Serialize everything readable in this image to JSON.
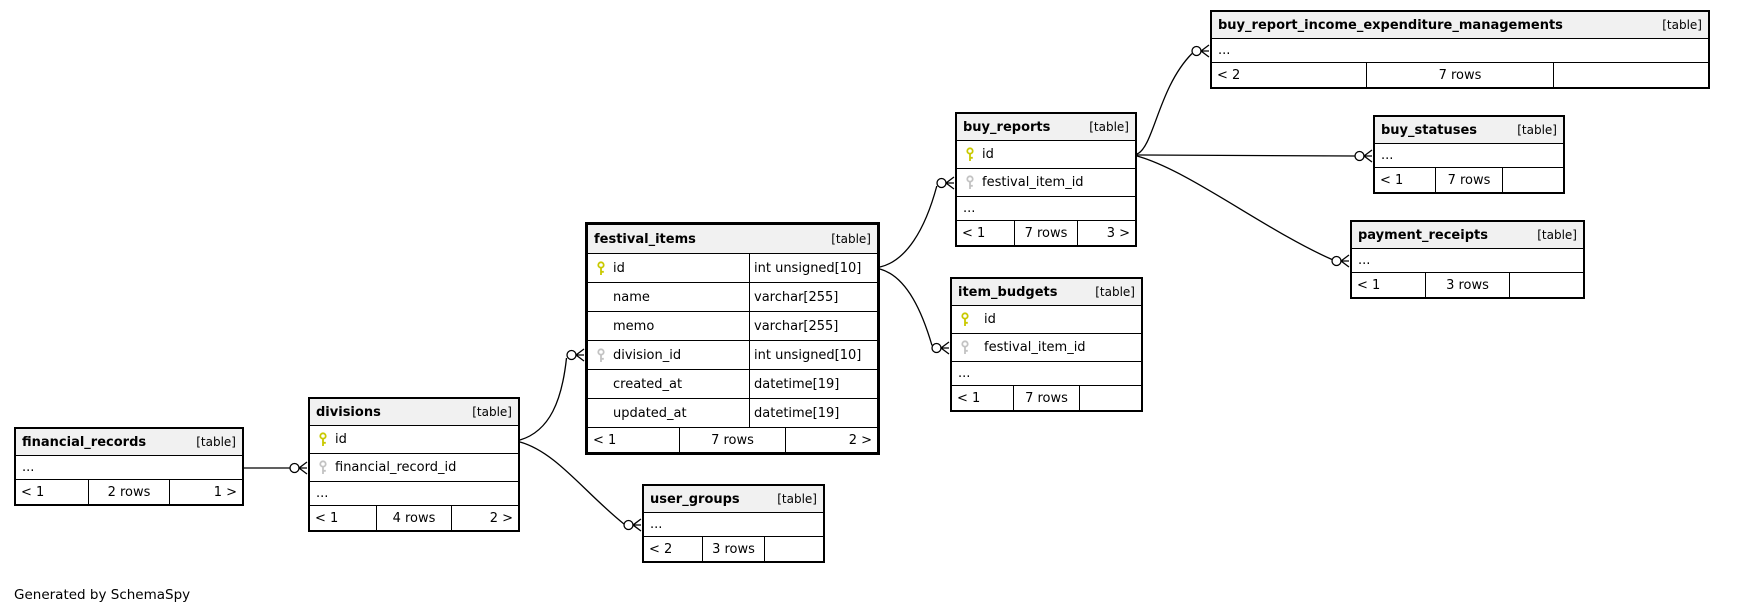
{
  "diagram": {
    "generator_note": "Generated by SchemaSpy"
  },
  "colors": {
    "primary_key": "#c9c900",
    "foreign_key": "#c3c3c3",
    "header_bg": "#f1f1f1",
    "line": "#000000"
  },
  "tables": {
    "financial_records": {
      "name": "financial_records",
      "tag": "[table]",
      "ellipsis": "...",
      "footer": {
        "prev": "< 1",
        "rows": "2 rows",
        "next": "1 >"
      }
    },
    "divisions": {
      "name": "divisions",
      "tag": "[table]",
      "ellipsis": "...",
      "columns": [
        {
          "name": "id",
          "key": "primary"
        },
        {
          "name": "financial_record_id",
          "key": "foreign"
        }
      ],
      "footer": {
        "prev": "< 1",
        "rows": "4 rows",
        "next": "2 >"
      }
    },
    "festival_items": {
      "name": "festival_items",
      "tag": "[table]",
      "columns": [
        {
          "name": "id",
          "type": "int unsigned[10]",
          "key": "primary"
        },
        {
          "name": "name",
          "type": "varchar[255]"
        },
        {
          "name": "memo",
          "type": "varchar[255]"
        },
        {
          "name": "division_id",
          "type": "int unsigned[10]",
          "key": "foreign"
        },
        {
          "name": "created_at",
          "type": "datetime[19]"
        },
        {
          "name": "updated_at",
          "type": "datetime[19]"
        }
      ],
      "footer": {
        "prev": "< 1",
        "rows": "7 rows",
        "next": "2 >"
      }
    },
    "user_groups": {
      "name": "user_groups",
      "tag": "[table]",
      "ellipsis": "...",
      "footer": {
        "prev": "< 2",
        "rows": "3 rows",
        "next": ""
      }
    },
    "buy_reports": {
      "name": "buy_reports",
      "tag": "[table]",
      "ellipsis": "...",
      "columns": [
        {
          "name": "id",
          "key": "primary"
        },
        {
          "name": "festival_item_id",
          "key": "foreign"
        }
      ],
      "footer": {
        "prev": "< 1",
        "rows": "7 rows",
        "next": "3 >"
      }
    },
    "item_budgets": {
      "name": "item_budgets",
      "tag": "[table]",
      "ellipsis": "...",
      "columns": [
        {
          "name": "id",
          "key": "primary"
        },
        {
          "name": "festival_item_id",
          "key": "foreign"
        }
      ],
      "footer": {
        "prev": "< 1",
        "rows": "7 rows",
        "next": ""
      }
    },
    "buy_report_income_expenditure_managements": {
      "name": "buy_report_income_expenditure_managements",
      "tag": "[table]",
      "ellipsis": "...",
      "footer": {
        "prev": "< 2",
        "rows": "7 rows",
        "next": ""
      }
    },
    "buy_statuses": {
      "name": "buy_statuses",
      "tag": "[table]",
      "ellipsis": "...",
      "footer": {
        "prev": "< 1",
        "rows": "7 rows",
        "next": ""
      }
    },
    "payment_receipts": {
      "name": "payment_receipts",
      "tag": "[table]",
      "ellipsis": "...",
      "footer": {
        "prev": "< 1",
        "rows": "3 rows",
        "next": ""
      }
    }
  },
  "relations": [
    {
      "from": "financial_records",
      "to": "divisions"
    },
    {
      "from": "divisions",
      "to": "festival_items"
    },
    {
      "from": "divisions",
      "to": "user_groups"
    },
    {
      "from": "festival_items",
      "to": "buy_reports"
    },
    {
      "from": "festival_items",
      "to": "item_budgets"
    },
    {
      "from": "buy_reports",
      "to": "buy_report_income_expenditure_managements"
    },
    {
      "from": "buy_reports",
      "to": "buy_statuses"
    },
    {
      "from": "buy_reports",
      "to": "payment_receipts"
    }
  ]
}
